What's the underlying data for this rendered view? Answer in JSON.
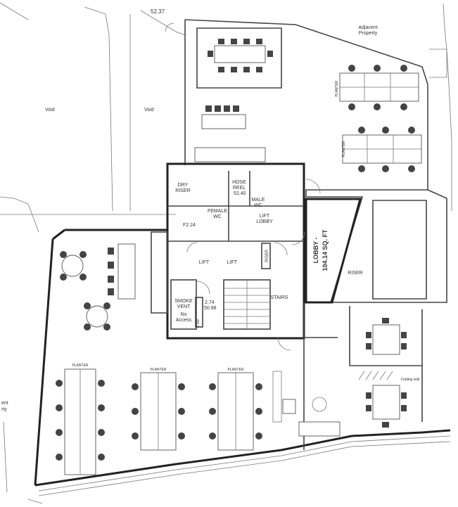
{
  "labels": {
    "level_top": "52.37",
    "adjacent": [
      "Adjacent",
      "Property"
    ],
    "void_left": "Void",
    "void_mid": "Void",
    "dry_riser": [
      "DRY",
      "RISER"
    ],
    "hose_reel": [
      "HOSE",
      "REEL"
    ],
    "level_hose": "52.40",
    "male_wc": [
      "MALE",
      "WC"
    ],
    "female_wc": [
      "FEMALE",
      "WC"
    ],
    "level_f": "F2.24",
    "lift_lobby": [
      "LIFT",
      "LOBBY"
    ],
    "lift_a": "LIFT",
    "lift_b": "LIFT",
    "riser_small": "RISER",
    "lobby": [
      "LOBBY -",
      "104.14 SQ. FT"
    ],
    "riser": "RISER",
    "smoke_vent": [
      "SMOKE",
      "VENT"
    ],
    "no_access": [
      "No",
      "Access"
    ],
    "level_274": "2.74",
    "level_5088": "50.88",
    "level_259": "2.59",
    "stairs": "STAIRS",
    "planter_top1": "PLANTER",
    "planter_top2": "PLANTER",
    "planter_bot1": "PLANTER",
    "planter_bot2": "PLANTER",
    "planter_bot3": "PLANTER",
    "folding_wall": "Folding wall",
    "edge_text": [
      "ent",
      "rty"
    ]
  }
}
